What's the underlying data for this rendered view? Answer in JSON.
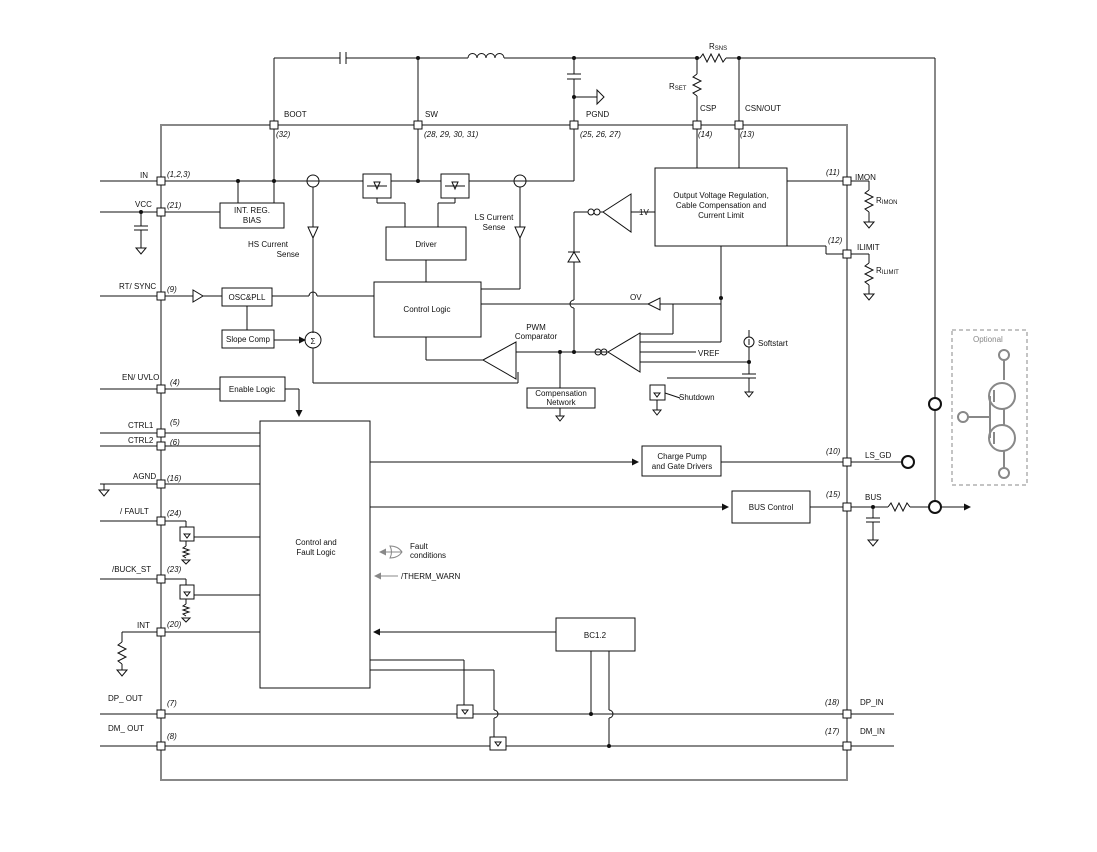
{
  "pins": {
    "boot": {
      "name": "BOOT",
      "num": "(32)"
    },
    "sw": {
      "name": "SW",
      "num": "(28, 29, 30, 31)"
    },
    "pgnd": {
      "name": "PGND",
      "num": "(25, 26, 27)"
    },
    "csp": {
      "name": "CSP",
      "num": "(14)"
    },
    "csn": {
      "name": "CSN/OUT",
      "num": "(13)"
    },
    "in": {
      "name": "IN",
      "num": "(1,2,3)"
    },
    "vcc": {
      "name": "VCC",
      "num": "(21)"
    },
    "rtsync": {
      "name": "RT/ SYNC",
      "num": "(9)"
    },
    "enuvlo": {
      "name": "EN/ UVLO",
      "num": "(4)"
    },
    "ctrl1": {
      "name": "CTRL1",
      "num": "(5)"
    },
    "ctrl2": {
      "name": "CTRL2",
      "num": "(6)"
    },
    "agnd": {
      "name": "AGND",
      "num": "(16)"
    },
    "fault": {
      "name": "/ FAULT",
      "num": "(24)"
    },
    "buckst": {
      "name": "/BUCK_ST",
      "num": "(23)"
    },
    "int": {
      "name": "INT",
      "num": "(20)"
    },
    "dpout": {
      "name": "DP_ OUT",
      "num": "(7)"
    },
    "dmout": {
      "name": "DM_ OUT",
      "num": "(8)"
    },
    "imon": {
      "name": "IMON",
      "num": "(11)"
    },
    "ilimit": {
      "name": "ILIMIT",
      "num": "(12)"
    },
    "lsgd": {
      "name": "LS_GD",
      "num": "(10)"
    },
    "bus": {
      "name": "BUS",
      "num": "(15)"
    },
    "dpin": {
      "name": "DP_IN",
      "num": "(18)"
    },
    "dmin": {
      "name": "DM_IN",
      "num": "(17)"
    }
  },
  "blocks": {
    "intreg": [
      "INT. REG.",
      "BIAS"
    ],
    "osc": "OSC&PLL",
    "slope": "Slope Comp",
    "enable": "Enable Logic",
    "driver": "Driver",
    "control": "Control Logic",
    "compnet": [
      "Compensation",
      "Network"
    ],
    "ovr": [
      "Output Voltage Regulation,",
      "Cable Compensation and",
      "Current Limit"
    ],
    "fault": [
      "Control and",
      "Fault Logic"
    ],
    "chargepump": [
      "Charge Pump",
      "and Gate Drivers"
    ],
    "buscontrol": "BUS Control",
    "bc12": "BC1.2"
  },
  "labels": {
    "rsns": {
      "main": "R",
      "sub": "SNS"
    },
    "rset": {
      "main": "R",
      "sub": "SET"
    },
    "rimon": {
      "main": "R",
      "sub": "IMON"
    },
    "rilimit": {
      "main": "R",
      "sub": "ILIMIT"
    },
    "hs_sense": [
      "HS Current",
      "Sense"
    ],
    "ls_sense": [
      "LS Current",
      "Sense"
    ],
    "pwm": [
      "PWM",
      "Comparator"
    ],
    "ov": "OV",
    "vref": "VREF",
    "onev": "1V",
    "softstart": "Softstart",
    "shutdown": "Shutdown",
    "fault_cond": [
      "Fault",
      "conditions"
    ],
    "therm": "/THERM_WARN",
    "optional": "Optional",
    "sigma": "Σ"
  }
}
